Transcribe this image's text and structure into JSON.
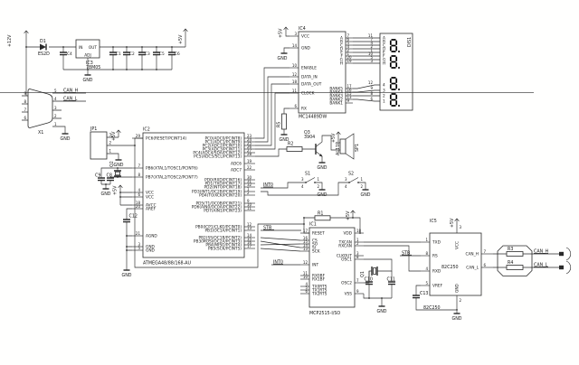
{
  "labels": {
    "gnd": "GND",
    "v5": "+5V",
    "v12": "+12V"
  },
  "power": {
    "d1_ref": "D1",
    "d1_value": "ES2D",
    "ic3_ref": "IC3",
    "ic3_value": "78M05",
    "ic3_in": "IN",
    "ic3_out": "OUT",
    "ic3_adj": "ADJ",
    "cap_refs": [
      "C4",
      "C1",
      "C2",
      "C3",
      "C5",
      "C6"
    ]
  },
  "x1": {
    "ref": "X1",
    "left_pin_numbers": [
      "9",
      "8",
      "7",
      "6"
    ],
    "right_pin_numbers": [
      "5",
      "4",
      "3",
      "2",
      "1"
    ]
  },
  "jp1": {
    "ref": "JP1",
    "pin_numbers": [
      "3",
      "2",
      "1"
    ]
  },
  "mcu_xtal": {
    "ref": "Q2",
    "cap_left": "C9",
    "cap_right": "C8"
  },
  "aref_cap_ref": "C12",
  "nets": {
    "can_h": "CAN_H",
    "can_l": "CAN_L",
    "int0": "INT0",
    "stb": "STB"
  },
  "ic2": {
    "ref": "IC2",
    "value": "ATMEGA48/88/168-AU",
    "left_pins": [
      {
        "n": "29",
        "t": "PC6(RESET/PCINT14)"
      },
      {
        "n": "7",
        "t": "PB6(XTAL1/TOSC1/PCINT6)"
      },
      {
        "n": "8",
        "t": "PB7(XTAL2/TOSC2/PCINT7)"
      },
      {
        "n": "4",
        "t": "VCC"
      },
      {
        "n": "6",
        "t": "VCC"
      },
      {
        "n": "18",
        "t": "AVCC"
      },
      {
        "n": "20",
        "t": "AREF"
      },
      {
        "n": "21",
        "t": "AGND"
      },
      {
        "n": "3",
        "t": "GND"
      },
      {
        "n": "5",
        "t": "GND"
      }
    ],
    "right_pins": [
      {
        "n": "23",
        "t": "PC0(ADC0/PCINT8)"
      },
      {
        "n": "24",
        "t": "PC1(ADC1/PCINT9)"
      },
      {
        "n": "25",
        "t": "PC2(ADC2/PCINT10)"
      },
      {
        "n": "26",
        "t": "PC3(ADC3/PCINT11)"
      },
      {
        "n": "27",
        "t": "PC4(ADC4/SDA/PCINT12)"
      },
      {
        "n": "28",
        "t": "PC5(ADC5/SCL/PCINT13)"
      },
      {
        "n": "19",
        "t": "ADC6"
      },
      {
        "n": "22",
        "t": "ADC7"
      },
      {
        "n": "30",
        "t": "PD0(RXD/PCINT16)"
      },
      {
        "n": "31",
        "t": "PD1(TXD/PCINT17)"
      },
      {
        "n": "32",
        "t": "PD2(INT0/PCINT18)"
      },
      {
        "n": "1",
        "t": "PD3(INT1/OC2B/PCINT19)"
      },
      {
        "n": "2",
        "t": "PD4(T0/XCK/PCINT20)"
      },
      {
        "n": "9",
        "t": "PD5(T1/OC0B/PCINT21)"
      },
      {
        "n": "10",
        "t": "PD6(AIN0/OC0A/PCINT22)"
      },
      {
        "n": "11",
        "t": "PD7(AIN1/PCINT23)"
      },
      {
        "n": "12",
        "t": "PB0(ICP1/CLKO/PCINT0)"
      },
      {
        "n": "13",
        "t": "PB1(OC1A/PCINT1)"
      },
      {
        "n": "14",
        "t": "PB2(SS/OC1B/PCINT2)"
      },
      {
        "n": "15",
        "t": "PB3(MOSI/OC2A/PCINT3)"
      },
      {
        "n": "16",
        "t": "PB4(MISO/PCINT4)"
      },
      {
        "n": "17",
        "t": "PB5(SCK/PCINT5)"
      }
    ]
  },
  "ic4": {
    "ref": "IC4",
    "value": "MC14489DW",
    "left_pins": [
      {
        "n": "3",
        "t": "VCC"
      },
      {
        "n": "14",
        "t": "GND"
      },
      {
        "n": "10",
        "t": "ENABLE"
      },
      {
        "n": "12",
        "t": "DATA_IN"
      },
      {
        "n": "18",
        "t": "DATA_OUT"
      },
      {
        "n": "11",
        "t": "CLOCK"
      },
      {
        "n": "6",
        "t": "RX"
      }
    ],
    "right_pins": [
      {
        "n": "7",
        "t": "A"
      },
      {
        "n": "6",
        "t": "B"
      },
      {
        "n": "5",
        "t": "C"
      },
      {
        "n": "4",
        "t": "D"
      },
      {
        "n": "2",
        "t": "E"
      },
      {
        "n": "1",
        "t": "F"
      },
      {
        "n": "20",
        "t": "G"
      },
      {
        "n": "19",
        "t": "H"
      },
      {
        "n": "17",
        "t": "BANK5"
      },
      {
        "n": "16",
        "t": "BANK4"
      },
      {
        "n": "15",
        "t": "BANK3"
      },
      {
        "n": "13",
        "t": "BANK2"
      },
      {
        "n": "9",
        "t": "BANK1"
      }
    ]
  },
  "display": {
    "ref": "DIS1",
    "segment_letters": [
      "A",
      "B",
      "C",
      "D",
      "E",
      "F",
      "G",
      "H"
    ],
    "segment_wire_numbers": [
      "11",
      "7",
      "4",
      "2",
      "1",
      "10",
      "5",
      "3"
    ],
    "digit_labels": [
      "4",
      "3",
      "2",
      "1"
    ],
    "digit_wire_numbers": [
      "12",
      "9",
      "8",
      "6"
    ],
    "digits_text": "8.8.8.8."
  },
  "r1_ref": "R1",
  "r2_ref": "R2",
  "r3_ref": "R3",
  "r4_ref": "R4",
  "r5_ref": "R5",
  "q3": {
    "ref": "Q3",
    "value": "3904"
  },
  "sp1": {
    "ref": "SP1",
    "value": "AL11P"
  },
  "s1": {
    "ref": "S1",
    "pin_top_left": "3",
    "pin_top_right": "1",
    "pin_bottom_left": "4",
    "pin_bottom_right": "2"
  },
  "s2": {
    "ref": "S2",
    "pin_top_left": "3",
    "pin_top_right": "1",
    "pin_bottom_left": "4",
    "pin_bottom_right": "2"
  },
  "ic1": {
    "ref": "IC1",
    "value": "MCP2515-I/SO",
    "left_pins": [
      {
        "n": "17",
        "t": "RESET"
      },
      {
        "n": "16",
        "t": "CS"
      },
      {
        "n": "15",
        "t": "SO"
      },
      {
        "n": "14",
        "t": "SI"
      },
      {
        "n": "13",
        "t": "SCK"
      },
      {
        "n": "12",
        "t": "INT"
      },
      {
        "n": "11",
        "t": "RX0BF"
      },
      {
        "n": "10",
        "t": "RX1BF"
      },
      {
        "n": "4",
        "t": "TX0RTS"
      },
      {
        "n": "5",
        "t": "TX1RTS"
      },
      {
        "n": "6",
        "t": "TX2RTS"
      }
    ],
    "right_pins": [
      {
        "n": "18",
        "t": "VDD"
      },
      {
        "n": "1",
        "t": "TXCAN"
      },
      {
        "n": "2",
        "t": "RXCAN"
      },
      {
        "n": "3",
        "t": "CLKOUT"
      },
      {
        "n": "8",
        "t": "OSC1"
      },
      {
        "n": "7",
        "t": "OSC2"
      },
      {
        "n": "9",
        "t": "VSS"
      }
    ]
  },
  "can_xtal": {
    "ref": "Q1",
    "cap_left": "C10",
    "cap_right": "C11"
  },
  "ic5": {
    "ref": "IC5",
    "value": "82C250",
    "value2": "82C250",
    "left_pins": [
      {
        "n": "1",
        "t": "TXD"
      },
      {
        "n": "8",
        "t": "RS"
      },
      {
        "n": "4",
        "t": "RXD"
      },
      {
        "n": "5",
        "t": "VREF"
      }
    ],
    "right_pins": [
      {
        "n": "7",
        "t": "CAN_H"
      },
      {
        "n": "6",
        "t": "CAN_L"
      }
    ],
    "top_pin": {
      "n": "3",
      "t": "VCC"
    },
    "bottom_pin": {
      "n": "2",
      "t": "GND"
    }
  },
  "c13_ref": "C13"
}
